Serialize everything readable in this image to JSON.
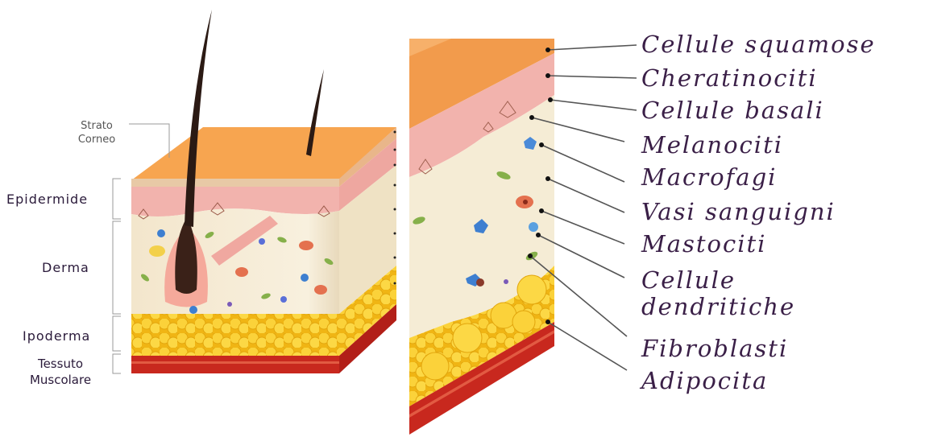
{
  "left_labels": {
    "strato_line1": "Strato",
    "strato_line2": "Corneo",
    "epidermide": "Epidermide",
    "derma": "Derma",
    "ipoderma": "Ipoderma",
    "tessuto_line1": "Tessuto",
    "tessuto_line2": "Muscolare"
  },
  "right_labels": {
    "cellule_squamose": "Cellule squamose",
    "cheratinociti": "Cheratinociti",
    "cellule_basali": "Cellule basali",
    "melanociti": "Melanociti",
    "macrofagi": "Macrofagi",
    "vasi_sanguigni": "Vasi sanguigni",
    "mastociti": "Mastociti",
    "cellule_dendritiche_line1": "Cellule",
    "cellule_dendritiche_line2": "dendritiche",
    "fibroblasti": "Fibroblasti",
    "adipocita": "Adipocita"
  },
  "colors": {
    "stratum_corneum": "#f29b4c",
    "epidermis": "#f2b3ad",
    "dermis": "#f6ecd6",
    "hypodermis_fat": "#f8c81f",
    "muscle": "#c8281e",
    "hair": "#2b1a14",
    "label_text": "#3a1f47"
  }
}
